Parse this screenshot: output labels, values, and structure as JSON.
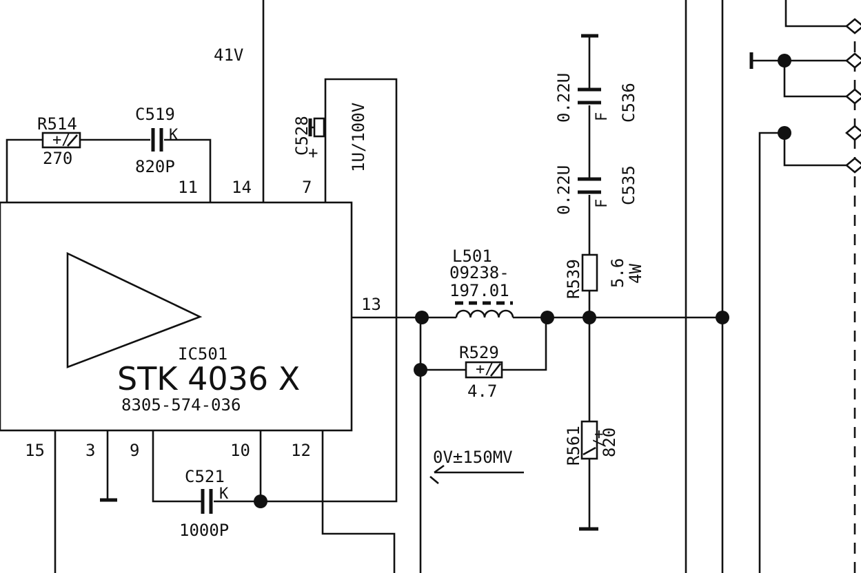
{
  "supply_label": "41V",
  "ic": {
    "ref": "IC501",
    "part": "STK 4036 X",
    "code": "8305-574-036",
    "pins": {
      "p11": "11",
      "p14": "14",
      "p7": "7",
      "p13": "13",
      "p15": "15",
      "p3": "3",
      "p9": "9",
      "p10": "10",
      "p12": "12"
    }
  },
  "components": {
    "r514": {
      "ref": "R514",
      "value": "270"
    },
    "c519": {
      "ref": "C519",
      "value": "820P",
      "tag": "K"
    },
    "c528": {
      "ref": "C528",
      "value": "1U/100V",
      "polarity": "+"
    },
    "c521": {
      "ref": "C521",
      "value": "1000P",
      "tag": "K"
    },
    "c536": {
      "ref": "C536",
      "value": "0.22U",
      "tag": "F"
    },
    "c535": {
      "ref": "C535",
      "value": "0.22U",
      "tag": "F"
    },
    "r539": {
      "ref": "R539",
      "value": "5.6",
      "power": "4W"
    },
    "l501": {
      "ref": "L501",
      "part_line1": "09238-",
      "part_line2": "197.01"
    },
    "r529": {
      "ref": "R529",
      "value": "4.7"
    },
    "r561": {
      "ref": "R561",
      "value": "820"
    }
  },
  "offset_label": "0V±150MV",
  "resistor_mark": "+/"
}
